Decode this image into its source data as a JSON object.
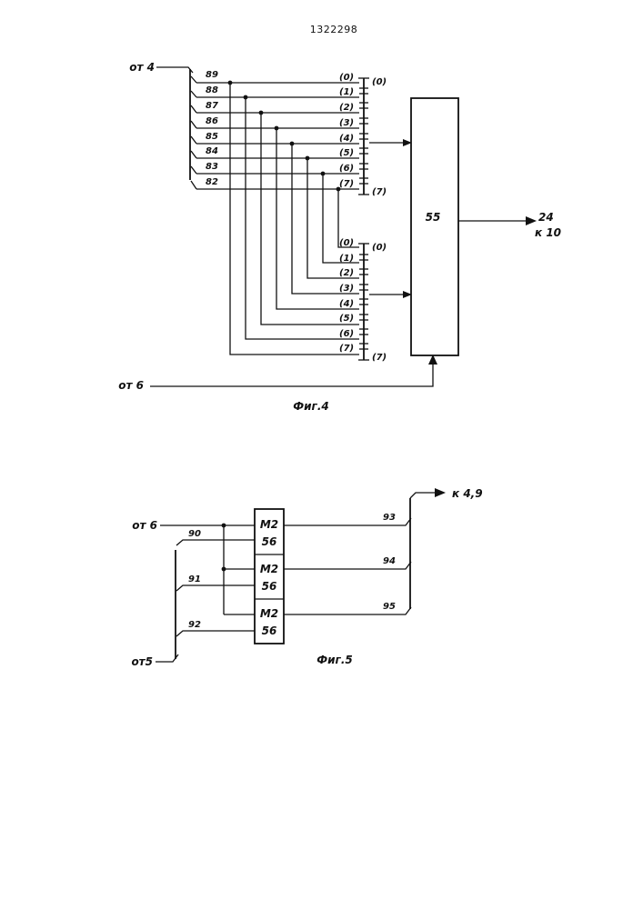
{
  "document_number": "1322298",
  "fig4": {
    "caption": "Фиг.4",
    "input_top_label": "от 4",
    "input_bottom_label": "от 6",
    "line_numbers": [
      "89",
      "88",
      "87",
      "86",
      "85",
      "84",
      "83",
      "82"
    ],
    "bit_labels_a": [
      "(0)",
      "(1)",
      "(2)",
      "(3)",
      "(4)",
      "(5)",
      "(6)",
      "(7)"
    ],
    "bit_labels_b": [
      "(0)",
      "(1)",
      "(2)",
      "(3)",
      "(4)",
      "(5)",
      "(6)",
      "(7)"
    ],
    "bus_a_range": [
      "(0)",
      "(7)"
    ],
    "bus_b_range": [
      "(0)",
      "(7)"
    ],
    "block_label": "55",
    "output_label_1": "24",
    "output_label_2": "к 10"
  },
  "fig5": {
    "caption": "Фиг.5",
    "input_top_label": "от 6",
    "input_bottom_label": "от5",
    "gates": [
      {
        "type": "M2",
        "num": "56"
      },
      {
        "type": "M2",
        "num": "56"
      },
      {
        "type": "M2",
        "num": "56"
      }
    ],
    "input_lines": [
      "90",
      "91",
      "92"
    ],
    "output_lines": [
      "93",
      "94",
      "95"
    ],
    "output_label": "к 4,9"
  }
}
